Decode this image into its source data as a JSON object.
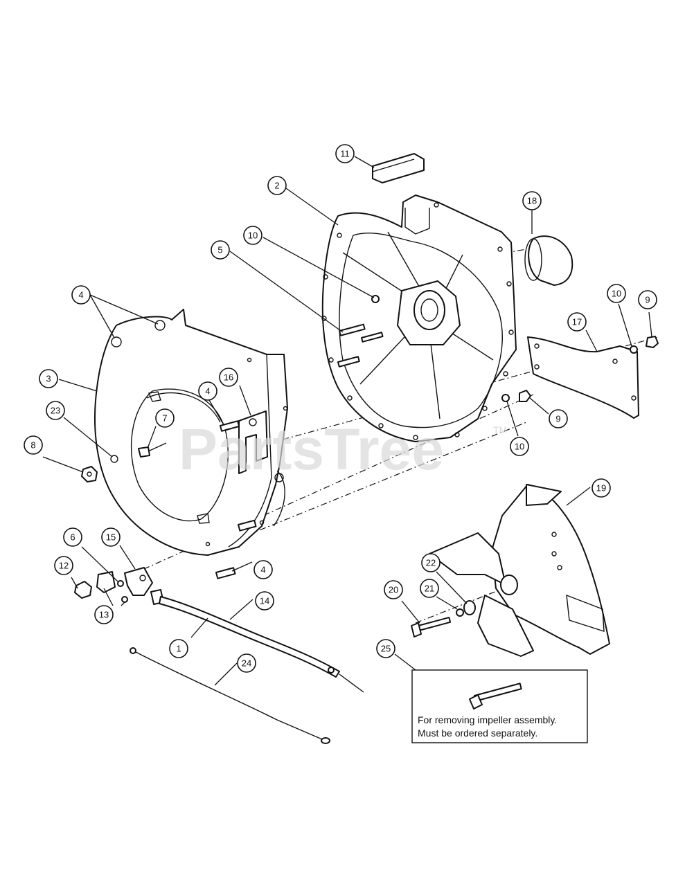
{
  "watermark": {
    "text": "PartsTree",
    "trademark": "TM"
  },
  "note": {
    "line1": "For removing impeller assembly.",
    "line2": "Must be ordered separately."
  },
  "callouts": [
    {
      "id": "c11",
      "label": "11"
    },
    {
      "id": "c2",
      "label": "2"
    },
    {
      "id": "c18",
      "label": "18"
    },
    {
      "id": "c10a",
      "label": "10"
    },
    {
      "id": "c5",
      "label": "5"
    },
    {
      "id": "c4a",
      "label": "4"
    },
    {
      "id": "c3",
      "label": "3"
    },
    {
      "id": "c23",
      "label": "23"
    },
    {
      "id": "c16",
      "label": "16"
    },
    {
      "id": "c4b",
      "label": "4"
    },
    {
      "id": "c7",
      "label": "7"
    },
    {
      "id": "c8",
      "label": "8"
    },
    {
      "id": "c17",
      "label": "17"
    },
    {
      "id": "c10b",
      "label": "10"
    },
    {
      "id": "c9a",
      "label": "9"
    },
    {
      "id": "c9b",
      "label": "9"
    },
    {
      "id": "c10c",
      "label": "10"
    },
    {
      "id": "c19",
      "label": "19"
    },
    {
      "id": "c6",
      "label": "6"
    },
    {
      "id": "c15",
      "label": "15"
    },
    {
      "id": "c4c",
      "label": "4"
    },
    {
      "id": "c12",
      "label": "12"
    },
    {
      "id": "c13",
      "label": "13"
    },
    {
      "id": "c14",
      "label": "14"
    },
    {
      "id": "c1",
      "label": "1"
    },
    {
      "id": "c24",
      "label": "24"
    },
    {
      "id": "c22",
      "label": "22"
    },
    {
      "id": "c20",
      "label": "20"
    },
    {
      "id": "c21",
      "label": "21"
    },
    {
      "id": "c25",
      "label": "25"
    }
  ]
}
